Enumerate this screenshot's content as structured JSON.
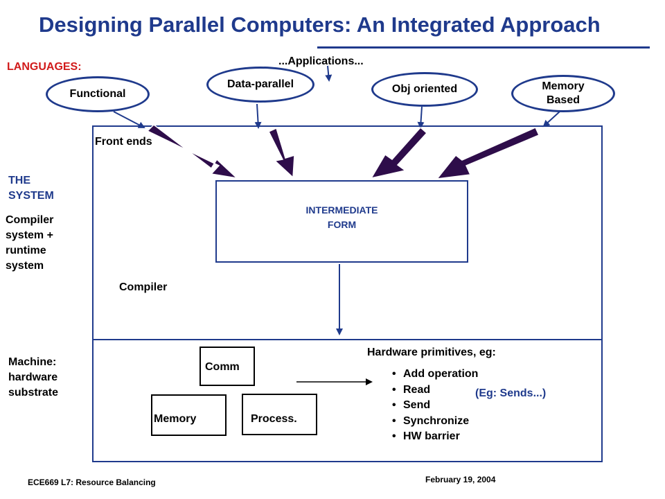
{
  "title": "Designing Parallel Computers:  An Integrated Approach",
  "applications_label": "...Applications...",
  "languages_label": "LANGUAGES:",
  "languages": [
    "Functional",
    "Data-parallel",
    "Obj oriented",
    "Memory\nBased"
  ],
  "front_ends_label": "Front ends",
  "system_label": "THE\nSYSTEM",
  "compiler_system_label": "Compiler\nsystem +\nruntime\nsystem",
  "intermediate_form_label": "INTERMEDIATE\nFORM",
  "compiler_label": "Compiler",
  "machine_label": "Machine:\nhardware\nsubstrate",
  "comm_label": "Comm",
  "memory_label": "Memory",
  "process_label": "Process.",
  "hw_primitives_label": "Hardware primitives, eg:",
  "hw_primitives": [
    "Add operation",
    "Read",
    "Send",
    "Synchronize",
    "HW barrier"
  ],
  "bullet_char": "•",
  "example_label": "(Eg: Sends...)",
  "footer_left": "ECE669  L7: Resource Balancing",
  "footer_right": "February 19, 2004",
  "colors": {
    "accent": "#1f3a8c",
    "arrow_fill": "#2e0d4a",
    "languages_label": "#d11a1a"
  }
}
